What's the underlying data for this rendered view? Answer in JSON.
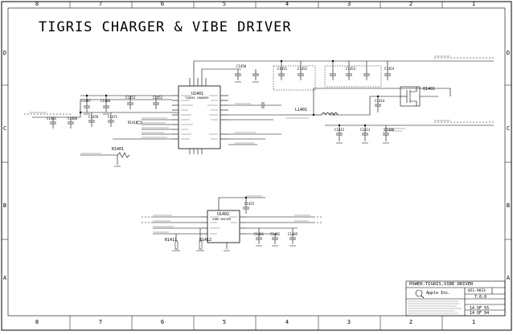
{
  "title": "TIGRIS CHARGER & VIBE DRIVER",
  "border": {
    "columns": [
      "8",
      "7",
      "6",
      "5",
      "4",
      "3",
      "2",
      "1"
    ],
    "rows": [
      "D",
      "C",
      "B",
      "A"
    ]
  },
  "parts": {
    "u1401": "U1401",
    "u1401_type": "TIGRIS CHARGER",
    "u1402": "U1402",
    "u1402_type": "VIBE DRIVER",
    "q1401": "Q1401",
    "r1401": "R1401",
    "r1414": "R1414",
    "r1411": "R1411",
    "r1412": "R1412",
    "l1401": "L1401",
    "c_top": [
      "C1450",
      "C1451",
      "C1452",
      "C1453",
      "C1454"
    ],
    "c_left": [
      "C1407",
      "C1408",
      "C1453",
      "C1452",
      "C1406",
      "C1470",
      "C1471",
      "C1401"
    ],
    "c_right": [
      "C1412",
      "C1413",
      "C1414",
      "C1480"
    ],
    "c_bottom": [
      "C1415",
      "C1401",
      "C1402",
      "C1405"
    ]
  },
  "title_block": {
    "page_title": "POWER:TIGRIS,VIBE DRIVER",
    "company": "Apple Inc.",
    "dwg_no": "051-9833",
    "rev": "7.0.0",
    "sheet": "14 OF 55",
    "page": "14 OF 94"
  },
  "colors": {
    "ink": "#000000",
    "frame": "#000000",
    "background": "#ffffff"
  }
}
